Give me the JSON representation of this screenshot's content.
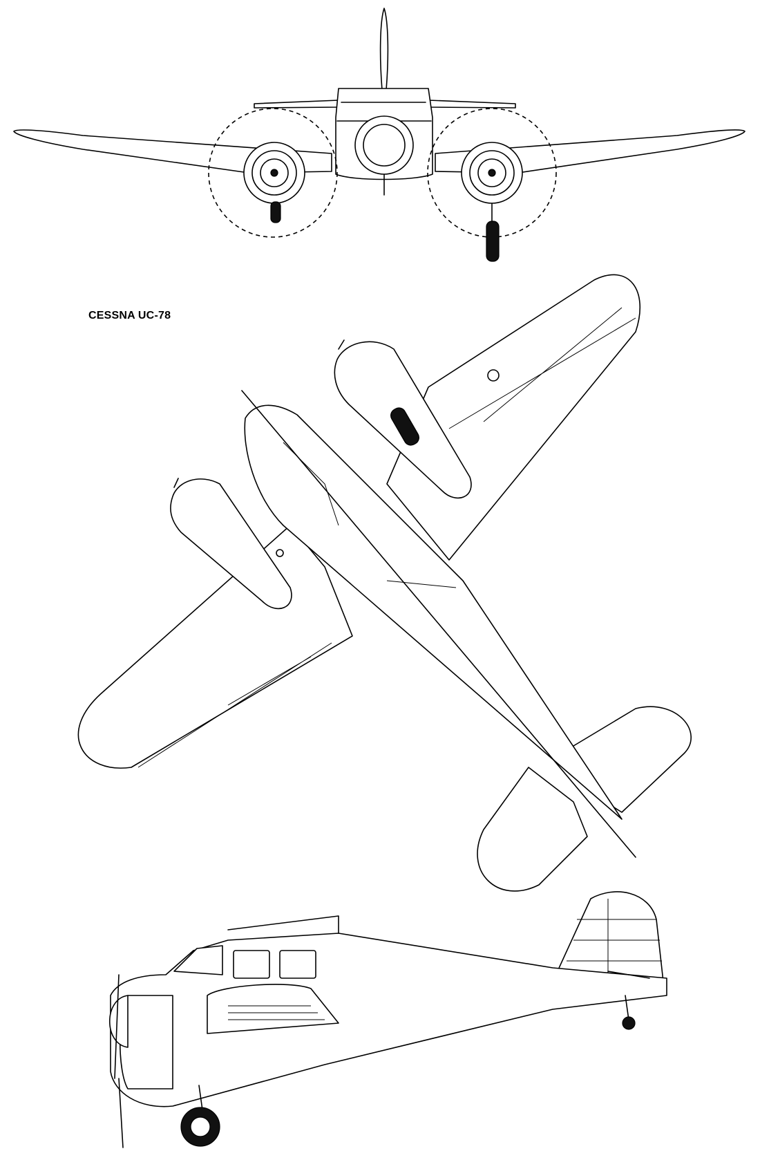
{
  "title": "CESSNA UC-78",
  "views": [
    "front-view",
    "top-view",
    "side-view"
  ]
}
